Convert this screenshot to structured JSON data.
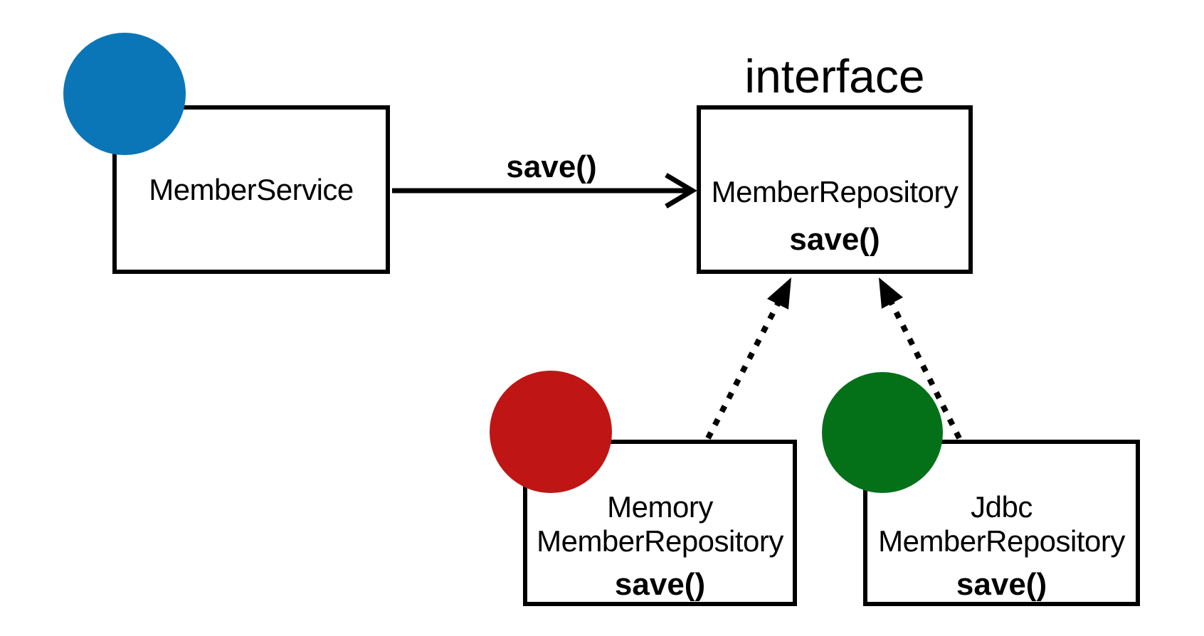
{
  "diagram": {
    "background_color": "#ffffff",
    "stroke_color": "#000000",
    "text_color": "#000000",
    "nodes": {
      "member_service": {
        "label": "MemberService",
        "badge": "blue-circle",
        "badge_color": "#0b76b7"
      },
      "member_repository": {
        "stereotype": "interface",
        "label": "MemberRepository",
        "method": "save()"
      },
      "memory_member_repository": {
        "label_line1": "Memory",
        "label_line2": "MemberRepository",
        "method": "save()",
        "badge": "red-circle",
        "badge_color": "#c01515"
      },
      "jdbc_member_repository": {
        "label_line1": "Jdbc",
        "label_line2": "MemberRepository",
        "method": "save()",
        "badge": "green-circle",
        "badge_color": "#047119"
      }
    },
    "edges": {
      "service_to_repository": {
        "from": "MemberService",
        "to": "MemberRepository",
        "label": "save()",
        "style": "solid-arrow"
      },
      "memory_realizes_repository": {
        "from": "MemoryMemberRepository",
        "to": "MemberRepository",
        "label": "",
        "style": "dashed-arrow"
      },
      "jdbc_realizes_repository": {
        "from": "JdbcMemberRepository",
        "to": "MemberRepository",
        "label": "",
        "style": "dashed-arrow"
      }
    }
  }
}
